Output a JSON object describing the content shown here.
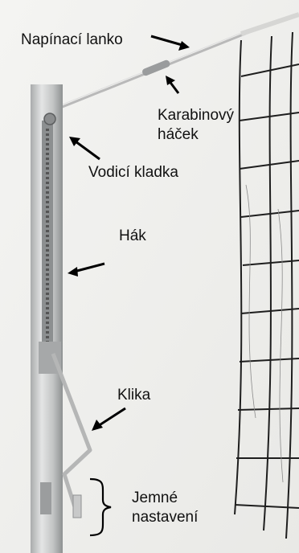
{
  "labels": {
    "napinaci_lanko": "Napínací lanko",
    "karabinovy_hacek": [
      "Karabinový",
      "háček"
    ],
    "vodici_kladka": "Vodicí kladka",
    "hak": "Hák",
    "klika": "Klika",
    "jemne_nastaveni": [
      "Jemné",
      "nastavení"
    ]
  },
  "colors": {
    "background": "#f2f2f0",
    "pole": "#c9cbcb",
    "net": "#1e1e1e",
    "text": "#111111",
    "arrow": "#000000"
  }
}
